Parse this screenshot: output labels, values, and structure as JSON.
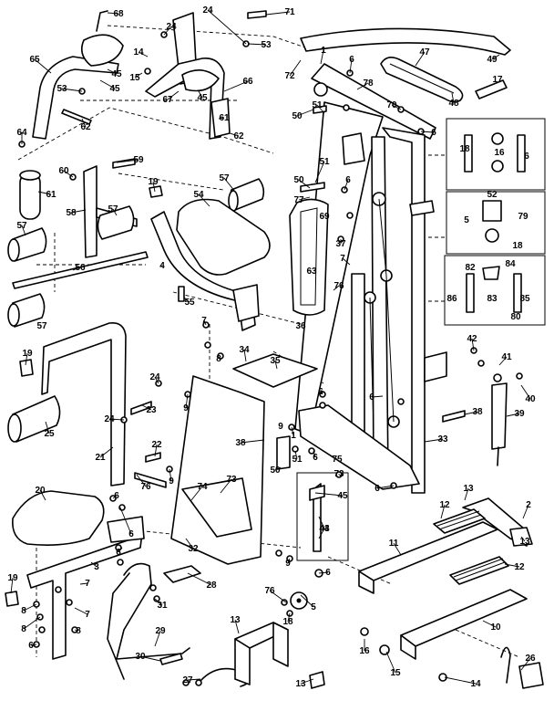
{
  "diagram": {
    "callouts": [
      {
        "label": "68"
      },
      {
        "label": "24"
      },
      {
        "label": "71"
      },
      {
        "label": "24"
      },
      {
        "label": "53"
      },
      {
        "label": "14"
      },
      {
        "label": "72"
      },
      {
        "label": "1"
      },
      {
        "label": "6"
      },
      {
        "label": "47"
      },
      {
        "label": "49"
      },
      {
        "label": "65"
      },
      {
        "label": "45"
      },
      {
        "label": "15"
      },
      {
        "label": "66"
      },
      {
        "label": "53"
      },
      {
        "label": "45"
      },
      {
        "label": "67"
      },
      {
        "label": "45"
      },
      {
        "label": "78"
      },
      {
        "label": "50"
      },
      {
        "label": "51"
      },
      {
        "label": "70"
      },
      {
        "label": "48"
      },
      {
        "label": "17"
      },
      {
        "label": "61"
      },
      {
        "label": "62"
      },
      {
        "label": "62"
      },
      {
        "label": "64"
      },
      {
        "label": "6"
      },
      {
        "label": "18"
      },
      {
        "label": "16"
      },
      {
        "label": "6"
      },
      {
        "label": "59"
      },
      {
        "label": "60"
      },
      {
        "label": "51"
      },
      {
        "label": "61"
      },
      {
        "label": "58"
      },
      {
        "label": "19"
      },
      {
        "label": "57"
      },
      {
        "label": "50"
      },
      {
        "label": "6"
      },
      {
        "label": "77"
      },
      {
        "label": "52"
      },
      {
        "label": "54"
      },
      {
        "label": "57"
      },
      {
        "label": "69"
      },
      {
        "label": "5"
      },
      {
        "label": "79"
      },
      {
        "label": "18"
      },
      {
        "label": "57"
      },
      {
        "label": "56"
      },
      {
        "label": "37"
      },
      {
        "label": "82"
      },
      {
        "label": "84"
      },
      {
        "label": "7"
      },
      {
        "label": "86"
      },
      {
        "label": "83"
      },
      {
        "label": "85"
      },
      {
        "label": "4"
      },
      {
        "label": "63"
      },
      {
        "label": "76"
      },
      {
        "label": "80"
      },
      {
        "label": "57"
      },
      {
        "label": "55"
      },
      {
        "label": "36"
      },
      {
        "label": "7"
      },
      {
        "label": "42"
      },
      {
        "label": "8"
      },
      {
        "label": "41"
      },
      {
        "label": "19"
      },
      {
        "label": "34"
      },
      {
        "label": "35"
      },
      {
        "label": "24"
      },
      {
        "label": "40"
      },
      {
        "label": "23"
      },
      {
        "label": "6"
      },
      {
        "label": "9"
      },
      {
        "label": "6"
      },
      {
        "label": "38"
      },
      {
        "label": "24"
      },
      {
        "label": "39"
      },
      {
        "label": "25"
      },
      {
        "label": "9"
      },
      {
        "label": "22"
      },
      {
        "label": "38"
      },
      {
        "label": "1"
      },
      {
        "label": "6"
      },
      {
        "label": "75"
      },
      {
        "label": "33"
      },
      {
        "label": "50"
      },
      {
        "label": "51"
      },
      {
        "label": "6"
      },
      {
        "label": "21"
      },
      {
        "label": "76"
      },
      {
        "label": "9"
      },
      {
        "label": "74"
      },
      {
        "label": "73"
      },
      {
        "label": "73"
      },
      {
        "label": "20"
      },
      {
        "label": "6"
      },
      {
        "label": "45"
      },
      {
        "label": "13"
      },
      {
        "label": "6"
      },
      {
        "label": "44"
      },
      {
        "label": "2"
      },
      {
        "label": "12"
      },
      {
        "label": "43"
      },
      {
        "label": "3"
      },
      {
        "label": "13"
      },
      {
        "label": "6"
      },
      {
        "label": "32"
      },
      {
        "label": "11"
      },
      {
        "label": "9"
      },
      {
        "label": "28"
      },
      {
        "label": "19"
      },
      {
        "label": "7"
      },
      {
        "label": "6"
      },
      {
        "label": "8"
      },
      {
        "label": "12"
      },
      {
        "label": "7"
      },
      {
        "label": "31"
      },
      {
        "label": "76"
      },
      {
        "label": "5"
      },
      {
        "label": "8"
      },
      {
        "label": "8"
      },
      {
        "label": "18"
      },
      {
        "label": "13"
      },
      {
        "label": "29"
      },
      {
        "label": "10"
      },
      {
        "label": "6"
      },
      {
        "label": "16"
      },
      {
        "label": "30"
      },
      {
        "label": "26"
      },
      {
        "label": "15"
      },
      {
        "label": "27"
      },
      {
        "label": "13"
      },
      {
        "label": "14"
      }
    ]
  }
}
